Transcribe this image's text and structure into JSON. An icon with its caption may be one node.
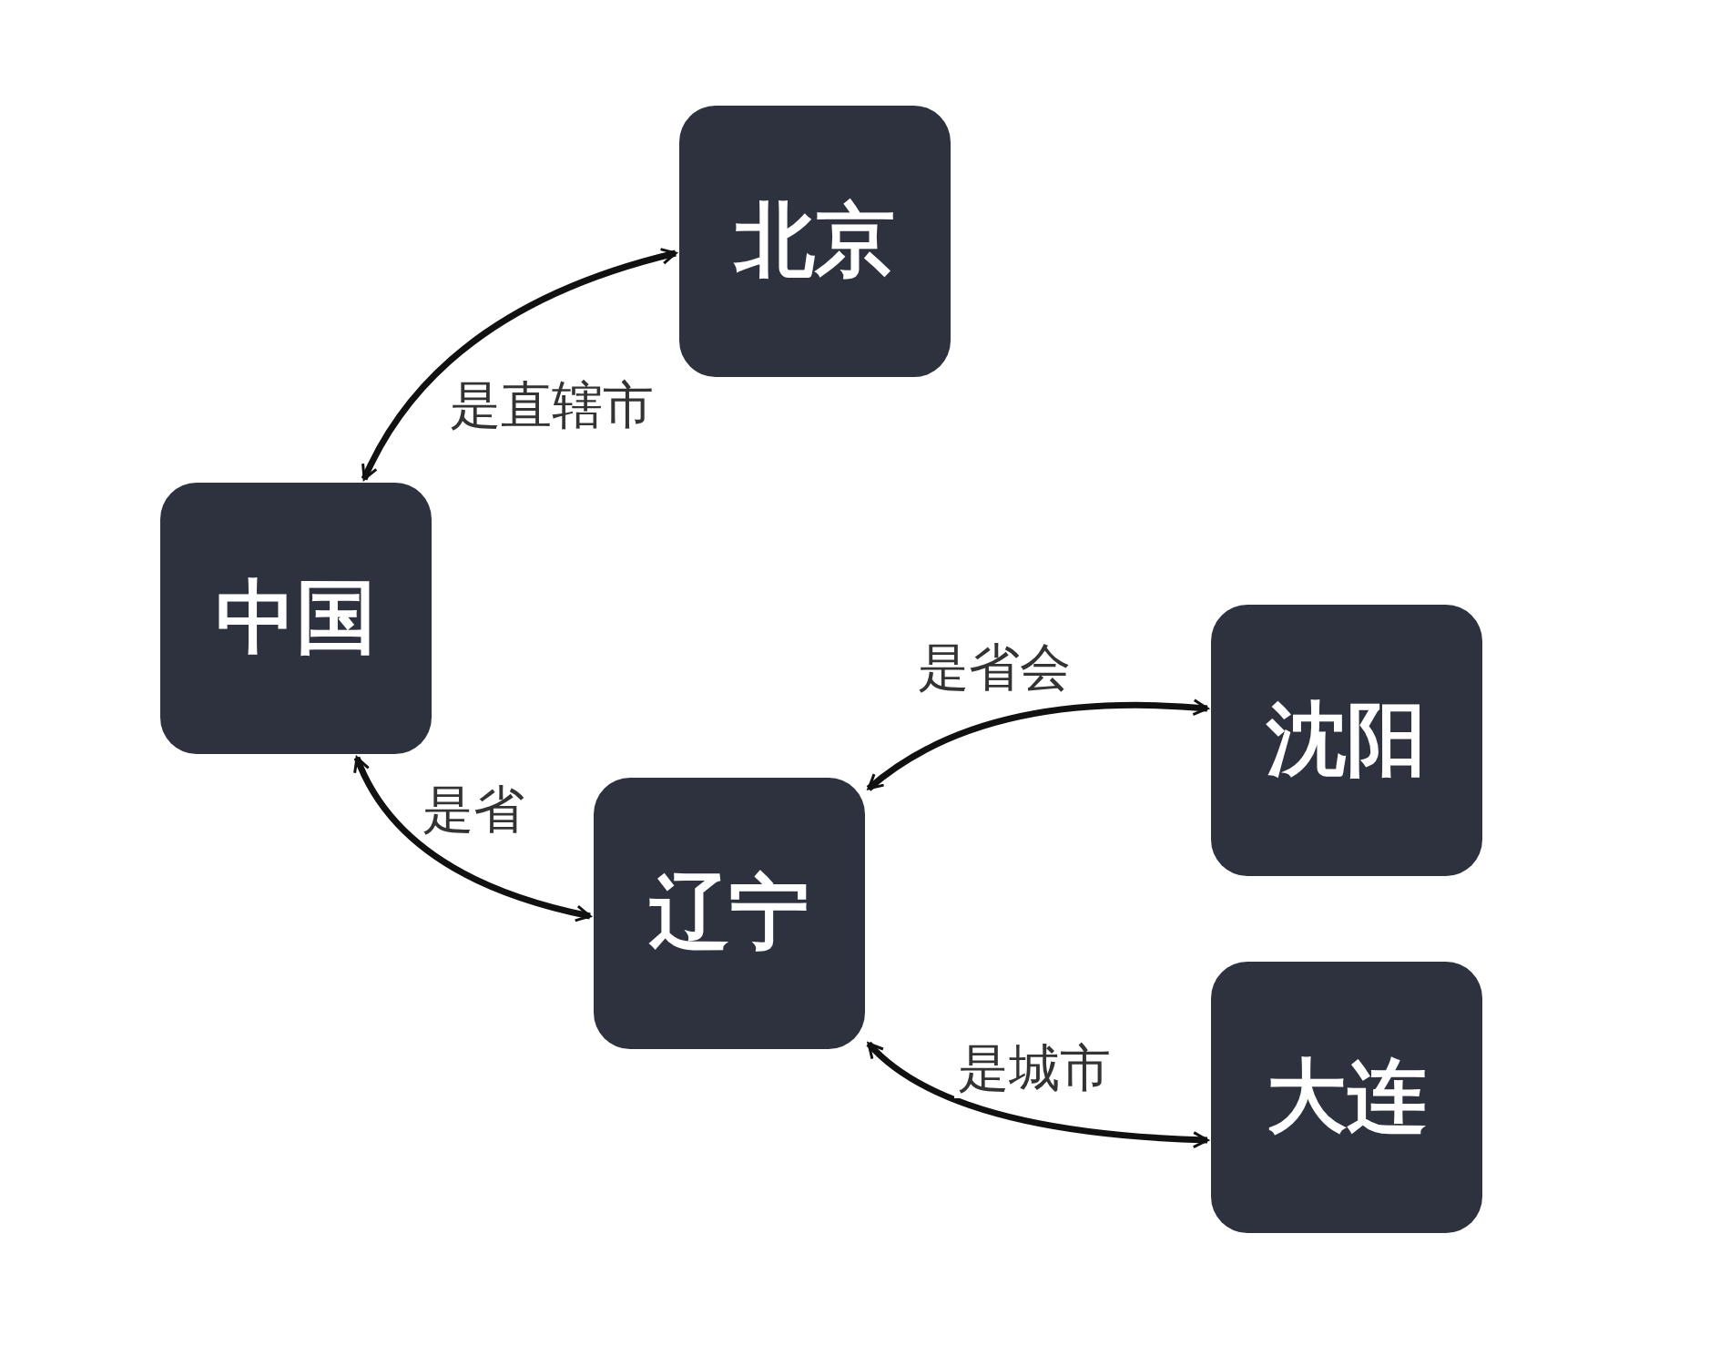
{
  "diagram": {
    "nodes": [
      {
        "text": [
          "北京"
        ]
      },
      {
        "text": [
          "中国"
        ]
      },
      {
        "text": [
          "沈阳"
        ]
      },
      {
        "text": [
          "辽宁"
        ]
      },
      {
        "text": [
          "大连"
        ]
      }
    ],
    "edges": [
      {
        "from": 1,
        "to": 0,
        "arrow": "both",
        "label": "是直辖市"
      },
      {
        "from": 1,
        "to": 3,
        "arrow": "both",
        "label": "是省"
      },
      {
        "from": 3,
        "to": 2,
        "arrow": "both",
        "label": "是省会"
      },
      {
        "from": 3,
        "to": 4,
        "arrow": "both",
        "label": "是城市"
      }
    ]
  }
}
